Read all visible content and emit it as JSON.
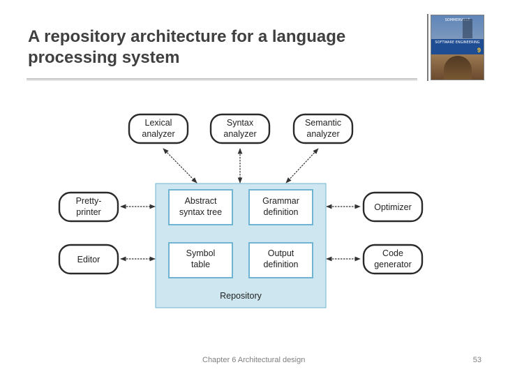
{
  "slide": {
    "title_line1": "A repository architecture for a language",
    "title_line2": "processing system",
    "footer_text": "Chapter 6 Architectural design",
    "page_number": "53"
  },
  "book_cover": {
    "top_text": "SOMMERVILLE",
    "series_text": "SOFTWARE ENGINEERING",
    "edition": "9"
  },
  "diagram": {
    "tools": {
      "lexical": [
        "Lexical",
        "analyzer"
      ],
      "syntax": [
        "Syntax",
        "analyzer"
      ],
      "semantic": [
        "Semantic",
        "analyzer"
      ],
      "pretty": [
        "Pretty-",
        "printer"
      ],
      "editor": [
        "Editor"
      ],
      "optimizer": [
        "Optimizer"
      ],
      "codegen": [
        "Code",
        "generator"
      ]
    },
    "repository": {
      "label": "Repository",
      "components": {
        "ast": [
          "Abstract",
          "syntax tree"
        ],
        "grammar": [
          "Grammar",
          "definition"
        ],
        "symbol": [
          "Symbol",
          "table"
        ],
        "output": [
          "Output",
          "definition"
        ]
      }
    },
    "colors": {
      "repository_fill": "#cde6ef",
      "box_border": "#6fb4d3",
      "tool_fill": "#ffffff",
      "tool_border": "#2a2a2a",
      "arrow": "#333333"
    }
  }
}
